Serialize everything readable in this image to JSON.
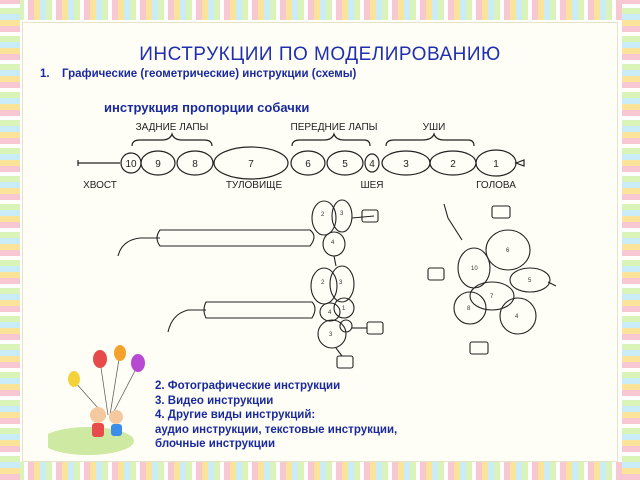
{
  "title": "ИНСТРУКЦИИ ПО МОДЕЛИРОВАНИЮ",
  "item1": {
    "number": "1.",
    "text": "Графические (геометрические) инструкции (схемы)"
  },
  "subtitle": "инструкция пропорции собачки",
  "scheme": {
    "group_labels": {
      "hind_legs": "ЗАДНИЕ ЛАПЫ",
      "front_legs": "ПЕРЕДНИЕ ЛАПЫ",
      "ears": "УШИ"
    },
    "part_labels": {
      "tail": "ХВОСТ",
      "body": "ТУЛОВИЩЕ",
      "neck": "ШЕЯ",
      "head": "ГОЛОВА"
    },
    "segments": [
      "10",
      "9",
      "8",
      "7",
      "6",
      "5",
      "4",
      "3",
      "2",
      "1"
    ]
  },
  "items": [
    "2. Фотографические инструкции",
    "3. Видео инструкции",
    "4. Другие виды инструкций:",
    "аудио инструкции, текстовые инструкции,",
    "блочные инструкции"
  ],
  "colors": {
    "text_blue": "#1a2a9c",
    "title_blue": "#1f2fb0"
  }
}
